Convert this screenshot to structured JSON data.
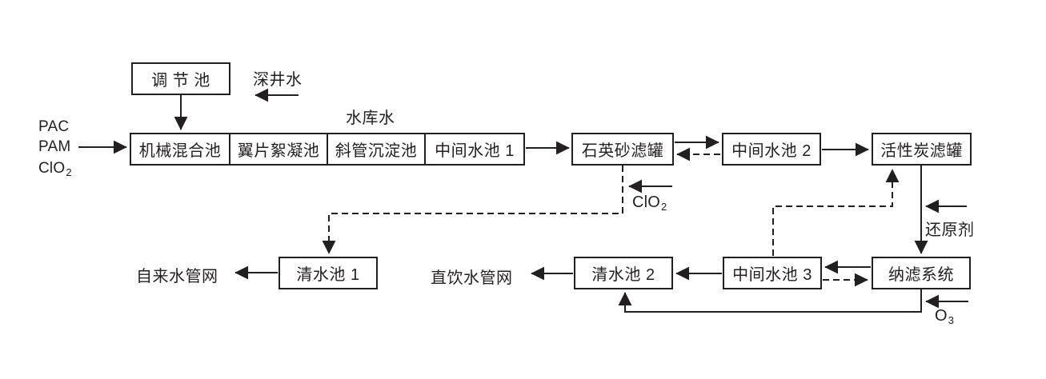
{
  "colors": {
    "ink": "#231f20",
    "background": "#ffffff"
  },
  "reagent_inputs": {
    "pac": "PAC",
    "pam": "PAM",
    "clo2": {
      "base": "ClO",
      "sub": "2"
    }
  },
  "sources": {
    "deep_well_water": "深井水",
    "reservoir_water": "水库水"
  },
  "nodes": {
    "regulating_tank": "调 节 池",
    "mechanical_mixing_tank": "机械混合池",
    "wing_flocculation_tank": "翼片絮凝池",
    "inclined_tube_sedimentation_tank": "斜管沉淀池",
    "intermediate_tank_1": "中间水池 1",
    "quartz_sand_filter": "石英砂滤罐",
    "intermediate_tank_2": "中间水池 2",
    "activated_carbon_filter": "活性炭滤罐",
    "clean_water_tank_1": "清水池 1",
    "clean_water_tank_2": "清水池 2",
    "intermediate_tank_3": "中间水池 3",
    "nanofiltration_system": "纳滤系统"
  },
  "dosing": {
    "clo2_mid": {
      "base": "ClO",
      "sub": "2"
    },
    "reducing_agent": "还原剂",
    "ozone": {
      "base": "O",
      "sub": "3"
    }
  },
  "outputs": {
    "tap_water_network": "自来水管网",
    "direct_drinking_water_network": "直饮水管网"
  }
}
